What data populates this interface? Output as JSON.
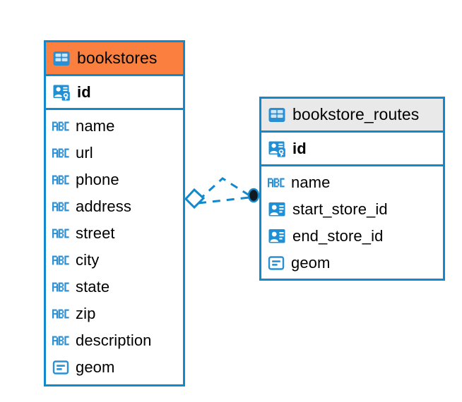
{
  "diagram": {
    "kind": "entity-relationship-diagram",
    "background": "#ffffff",
    "accent_blue": "#1288cd",
    "accent_orange": "#fb8040",
    "accent_grey": "#e9e9e9",
    "text_color": "#000000"
  },
  "entities": [
    {
      "name": "bookstores",
      "header_style": "accent-orange",
      "table_icon": "table-icon",
      "primary_key": {
        "label": "id",
        "icon": "primary-key-icon"
      },
      "fields": [
        {
          "label": "name",
          "icon": "text-type-icon"
        },
        {
          "label": "url",
          "icon": "text-type-icon"
        },
        {
          "label": "phone",
          "icon": "text-type-icon"
        },
        {
          "label": "address",
          "icon": "text-type-icon"
        },
        {
          "label": "street",
          "icon": "text-type-icon"
        },
        {
          "label": "city",
          "icon": "text-type-icon"
        },
        {
          "label": "state",
          "icon": "text-type-icon"
        },
        {
          "label": "zip",
          "icon": "text-type-icon"
        },
        {
          "label": "description",
          "icon": "text-type-icon"
        },
        {
          "label": "geom",
          "icon": "geometry-type-icon"
        }
      ]
    },
    {
      "name": "bookstore_routes",
      "header_style": "accent-grey",
      "table_icon": "table-icon",
      "primary_key": {
        "label": "id",
        "icon": "primary-key-icon"
      },
      "fields": [
        {
          "label": "name",
          "icon": "text-type-icon"
        },
        {
          "label": "start_store_id",
          "icon": "foreign-key-icon"
        },
        {
          "label": "end_store_id",
          "icon": "foreign-key-icon"
        },
        {
          "label": "geom",
          "icon": "geometry-type-icon"
        }
      ]
    }
  ],
  "relationship": {
    "style": "dashed",
    "color": "#1288cd",
    "source_marker": "diamond-marker",
    "target_marker": "filled-circle-marker"
  }
}
